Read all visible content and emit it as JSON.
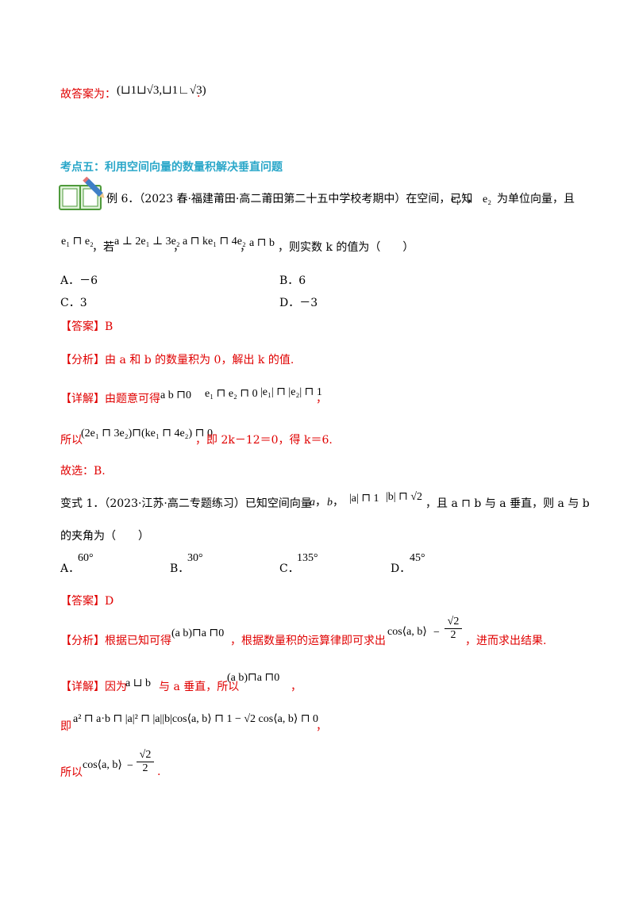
{
  "prev_answer": {
    "label": "故答案为：",
    "value": "(⊔1⊔√3,⊔1∟√3)",
    "period": "."
  },
  "section": {
    "title": "考点五：利用空间向量的数量积解决垂直问题"
  },
  "example6": {
    "number": "例 6．",
    "source": "（2023 春·福建莆田·高二莆田第二十五中学校考期中）在空间，已知",
    "vec_e1": "e₁",
    "comma1": "，",
    "vec_e2": "e₂",
    "text_tail": "为单位向量，且",
    "line2_eq": "e₁ ⊓ e₂",
    "line2_ruo": "，若",
    "line2_a": "a ⊥ 2e₁ ⊥ 3e₂",
    "line2_comma": "，",
    "line2_b": "a ⊓ ke₁ ⊓ 4e₂",
    "line2_comma2": "，",
    "line2_perp": "a ⊓ b",
    "line2_end": "，则实数 k 的值为（　　）",
    "options": [
      {
        "label": "A．－6"
      },
      {
        "label": "B．6"
      },
      {
        "label": "C．3"
      },
      {
        "label": "D．－3"
      }
    ],
    "answer": "【答案】B",
    "analysis": "【分析】由 a 和 b 的数量积为 0，解出 k 的值.",
    "detail_label": "【详解】由题意可得",
    "detail_eq1": "a  b ⊓0",
    "detail_eq2": "e₁ ⊓ e₂ ⊓ 0",
    "detail_eq3": "|e₁| ⊓ |e₂| ⊓ 1",
    "detail_comma": "，",
    "detail2_prefix": "所以",
    "detail2_eq": "(2e₁ ⊓ 3e₂)⊓(ke₁ ⊓ 4e₂) ⊓ 0",
    "detail2_tail": "，即 2k－12＝0，得 k＝6.",
    "conclusion": "故选：B."
  },
  "variant1": {
    "line1_prefix": "变式 1．（2023·江苏·高二专题练习）已知空间向量",
    "a": "a",
    "b": "b",
    "norm_a": "|a| ⊓ 1",
    "norm_b": "|b| ⊓ √2",
    "line1_tail": "，且 a ⊓ b 与 a 垂直，则 a 与 b",
    "line2": "的夹角为（　　）",
    "options": [
      {
        "label": "A．",
        "value": "60°"
      },
      {
        "label": "B．",
        "value": "30°"
      },
      {
        "label": "C．",
        "value": "135°"
      },
      {
        "label": "D．",
        "value": "45°"
      }
    ],
    "answer": "【答案】D",
    "analysis_prefix": "【分析】根据已知可得",
    "analysis_eq": "(a  b)⊓a ⊓0",
    "analysis_mid": "，根据数量积的运算律即可求出",
    "analysis_cos": "cos⟨a, b⟩",
    "analysis_val_num": "√2",
    "analysis_val_den": "2",
    "analysis_minus": "−",
    "analysis_tail": "，进而求出结果.",
    "detail_prefix": "【详解】因为",
    "detail_ab": "a ⊔ b",
    "detail_mid": "与 a 垂直，所以",
    "detail_eq": "(a  b)⊓a ⊓0",
    "detail_comma": "，",
    "detail2_prefix": "即",
    "detail2_eq": "a² ⊓ a·b ⊓ |a|² ⊓ |a||b|cos⟨a, b⟩ ⊓ 1 − √2 cos⟨a, b⟩ ⊓ 0",
    "detail2_comma": "，",
    "detail3_prefix": "所以",
    "detail3_cos": "cos⟨a, b⟩",
    "detail3_minus": "−",
    "detail3_num": "√2",
    "detail3_den": "2",
    "detail3_period": "."
  }
}
